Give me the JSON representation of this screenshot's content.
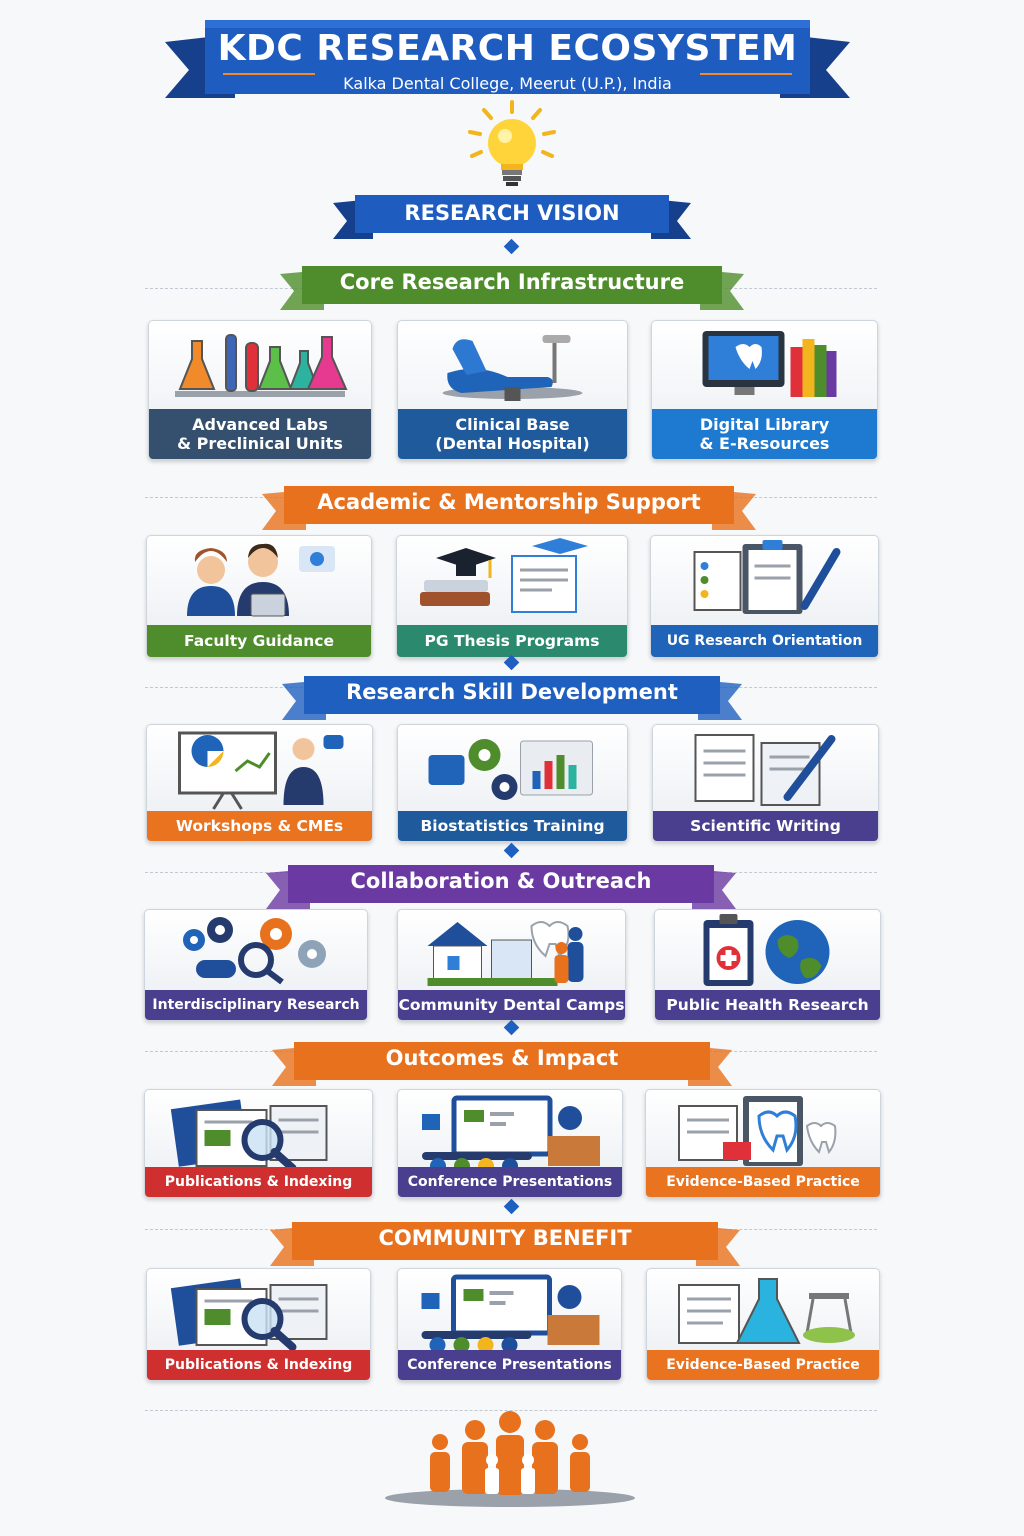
{
  "header": {
    "title": "KDC RESEARCH ECOSYSTEM",
    "subtitle": "Kalka Dental College, Meerut (U.P.), India"
  },
  "vision": {
    "label": "RESEARCH VISION"
  },
  "sections": [
    {
      "label": "Core Research Infrastructure",
      "color": "#4f8d2c",
      "cards": [
        {
          "line1": "Advanced Labs",
          "line2": "& Preclinical Units",
          "color": "#34506e",
          "icon": "lab-flasks-icon"
        },
        {
          "line1": "Clinical Base",
          "line2": "(Dental Hospital)",
          "color": "#1f5a9c",
          "icon": "dental-chair-icon"
        },
        {
          "line1": "Digital Library",
          "line2": "& E-Resources",
          "color": "#1e7ad0",
          "icon": "digital-library-icon"
        }
      ]
    },
    {
      "label": "Academic & Mentorship Support",
      "color": "#e8711d",
      "cards": [
        {
          "line1": "Faculty Guidance",
          "line2": "",
          "color": "#4e8c2c",
          "icon": "mentor-people-icon"
        },
        {
          "line1": "PG Thesis Programs",
          "line2": "",
          "color": "#2b8a6e",
          "icon": "graduation-books-icon"
        },
        {
          "line1": "UG Research Orientation",
          "line2": "",
          "color": "#1f64b8",
          "icon": "clipboard-pen-icon"
        }
      ]
    },
    {
      "label": "Research Skill Development",
      "color": "#1f5fbf",
      "cards": [
        {
          "line1": "Workshops & CMEs",
          "line2": "",
          "color": "#ea7320",
          "icon": "presentation-icon"
        },
        {
          "line1": "Biostatistics Training",
          "line2": "",
          "color": "#1f5a9c",
          "icon": "gears-chart-icon"
        },
        {
          "line1": "Scientific Writing",
          "line2": "",
          "color": "#4a3f8f",
          "icon": "documents-pen-icon"
        }
      ]
    },
    {
      "label": "Collaboration & Outreach",
      "color": "#6a3aa2",
      "cards": [
        {
          "line1": "Interdisciplinary Research",
          "line2": "",
          "color": "#4a3f8f",
          "icon": "gears-magnifier-icon"
        },
        {
          "line1": "Community Dental Camps",
          "line2": "",
          "color": "#4a3f8f",
          "icon": "house-tooth-icon"
        },
        {
          "line1": "Public Health Research",
          "line2": "",
          "color": "#4a3f8f",
          "icon": "clipboard-globe-icon"
        }
      ]
    },
    {
      "label": "Outcomes & Impact",
      "color": "#e8711d",
      "cards": [
        {
          "line1": "Publications & Indexing",
          "line2": "",
          "color": "#cf2f2f",
          "icon": "journal-magnifier-icon"
        },
        {
          "line1": "Conference Presentations",
          "line2": "",
          "color": "#4a3f8f",
          "icon": "conference-icon"
        },
        {
          "line1": "Evidence-Based Practice",
          "line2": "",
          "color": "#ea7320",
          "icon": "clipboard-tooth-icon"
        }
      ]
    },
    {
      "label": "COMMUNITY BENEFIT",
      "color": "#e8711d",
      "cards": [
        {
          "line1": "Publications & Indexing",
          "line2": "",
          "color": "#cf2f2f",
          "icon": "journal-magnifier-icon"
        },
        {
          "line1": "Conference Presentations",
          "line2": "",
          "color": "#4a3f8f",
          "icon": "conference-icon"
        },
        {
          "line1": "Evidence-Based Practice",
          "line2": "",
          "color": "#ea7320",
          "icon": "clipboard-flask-icon"
        }
      ]
    }
  ]
}
